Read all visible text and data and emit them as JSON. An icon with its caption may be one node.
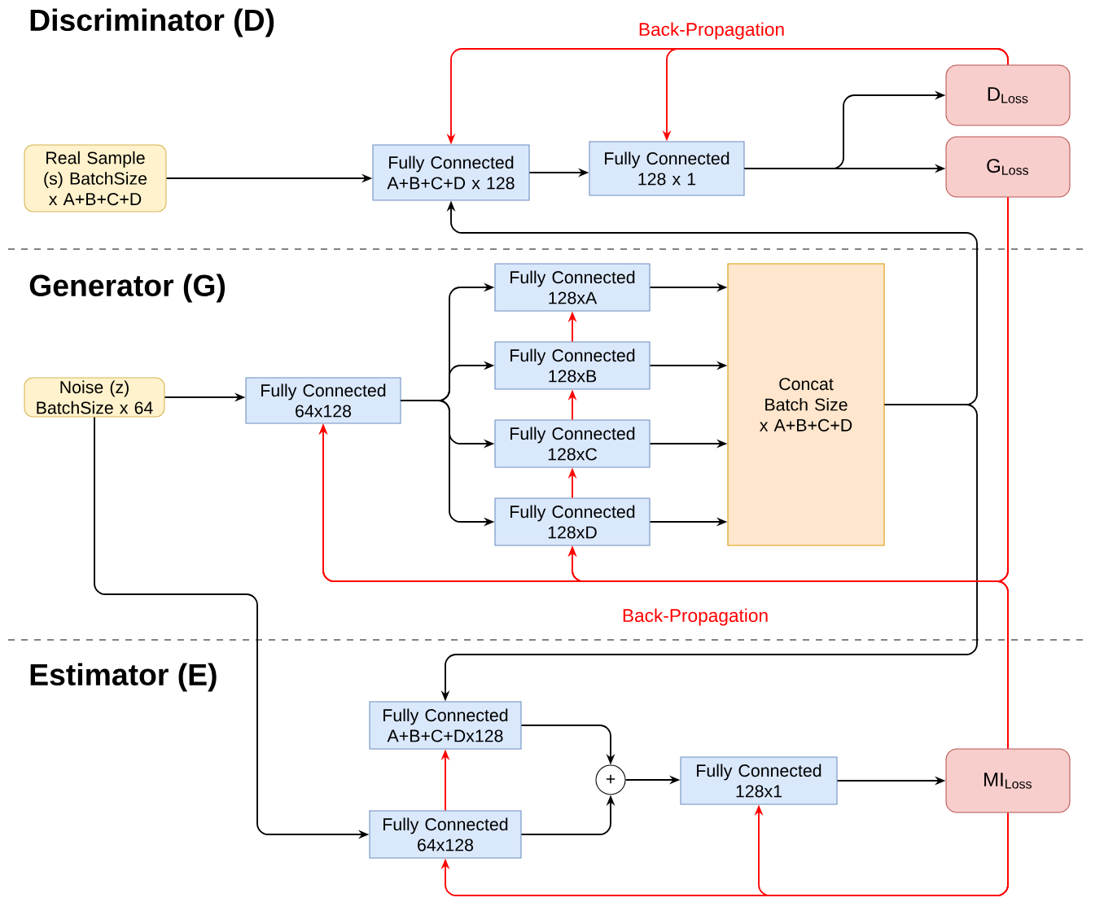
{
  "diagram": {
    "nodes": [
      {
        "text": [
          "Real Sample (s) BatchSize x A+B+C+D"
        ]
      },
      {
        "text": [
          "Fully Connected A+B+C+D x 128"
        ]
      },
      {
        "text": [
          "Fully Connected 128 x 1"
        ]
      },
      {
        "text": [
          "D$_{Loss}$"
        ]
      },
      {
        "text": [
          "G$_{Loss}$"
        ]
      },
      {
        "text": [
          "Noise (z) BatchSize x 64"
        ]
      },
      {
        "text": [
          "Fully Connected 64x128"
        ]
      },
      {
        "text": [
          "Fully Connected 128xA"
        ]
      },
      {
        "text": [
          "Fully Connected 128xB"
        ]
      },
      {
        "text": [
          "Fully Connected 128xC"
        ]
      },
      {
        "text": [
          "Fully Connected 128xD"
        ]
      },
      {
        "text": [
          "Concat Batch Size x A+B+C+D"
        ]
      },
      {
        "text": [
          "Fully Connected A+B+C+Dx128"
        ]
      },
      {
        "text": [
          "+"
        ]
      },
      {
        "text": [
          "Fully Connected 64x128"
        ]
      },
      {
        "text": [
          "Fully Connected 128x1"
        ]
      },
      {
        "text": [
          "MI$_{Loss}$"
        ]
      }
    ],
    "edges": [
      {
        "from": 0,
        "to": 1,
        "arrow": "to"
      },
      {
        "from": 1,
        "to": 2,
        "arrow": "to"
      },
      {
        "from": 2,
        "to": 3,
        "arrow": "to"
      },
      {
        "from": 2,
        "to": 4,
        "arrow": "to"
      },
      {
        "from": 3,
        "to": 1,
        "arrow": "to",
        "color": "#ff0000"
      },
      {
        "from": 3,
        "to": 2,
        "arrow": "to",
        "color": "#ff0000"
      },
      {
        "from": 5,
        "to": 6,
        "arrow": "to"
      },
      {
        "from": 6,
        "to": 7,
        "arrow": "to"
      },
      {
        "from": 6,
        "to": 8,
        "arrow": "to"
      },
      {
        "from": 6,
        "to": 9,
        "arrow": "to"
      },
      {
        "from": 6,
        "to": 10,
        "arrow": "to"
      },
      {
        "from": 7,
        "to": 11,
        "arrow": "to"
      },
      {
        "from": 8,
        "to": 11,
        "arrow": "to"
      },
      {
        "from": 9,
        "to": 11,
        "arrow": "to"
      },
      {
        "from": 10,
        "to": 11,
        "arrow": "to"
      },
      {
        "from": 10,
        "to": 9,
        "arrow": "to",
        "color": "#ff0000"
      },
      {
        "from": 9,
        "to": 8,
        "arrow": "to",
        "color": "#ff0000"
      },
      {
        "from": 8,
        "to": 7,
        "arrow": "to",
        "color": "#ff0000"
      },
      {
        "from": 11,
        "to": 1,
        "arrow": "to"
      },
      {
        "from": 11,
        "to": 12,
        "arrow": "to"
      },
      {
        "from": 4,
        "to": 6,
        "arrow": "to",
        "color": "#ff0000"
      },
      {
        "from": 4,
        "to": 10,
        "arrow": "to",
        "color": "#ff0000"
      },
      {
        "from": 16,
        "to": 6,
        "arrow": "to",
        "color": "#ff0000"
      },
      {
        "from": 16,
        "to": 10,
        "arrow": "to",
        "color": "#ff0000"
      },
      {
        "from": 16,
        "to": 15,
        "arrow": "to",
        "color": "#ff0000"
      },
      {
        "from": 16,
        "to": 14,
        "arrow": "to",
        "color": "#ff0000"
      },
      {
        "from": 14,
        "to": 12,
        "arrow": "to",
        "color": "#ff0000"
      },
      {
        "from": 5,
        "to": 14,
        "arrow": "to"
      },
      {
        "from": 12,
        "to": 13,
        "arrow": "to"
      },
      {
        "from": 14,
        "to": 13,
        "arrow": "to"
      },
      {
        "from": 13,
        "to": 15,
        "arrow": "to"
      },
      {
        "from": 15,
        "to": 16,
        "arrow": "to"
      }
    ],
    "labels": [
      "Discriminator (D)",
      "Back-Propagation",
      "Generator (G)",
      "Back-Propagation",
      "Estimator (E)"
    ]
  }
}
